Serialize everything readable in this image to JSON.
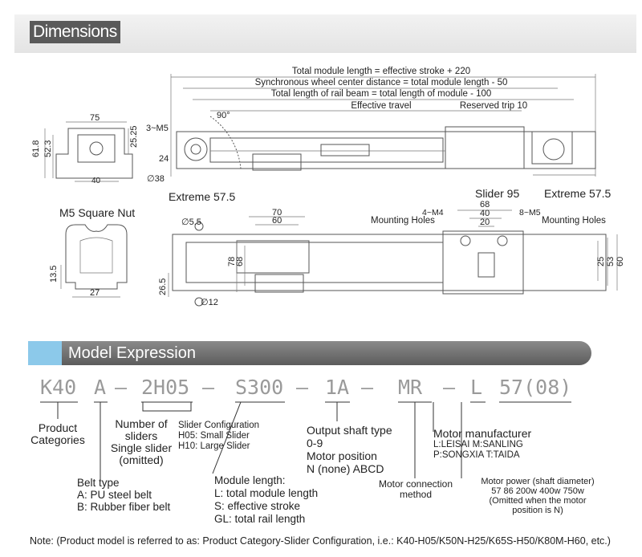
{
  "sections": {
    "dimensions_title": "Dimensions",
    "model_title": "Model Expression"
  },
  "drawing": {
    "dim_lines": [
      "Total module length = effective stroke + 220",
      "Synchronous wheel center distance = total module length - 50",
      "Total length of rail beam = total length of module - 100",
      "Effective travel",
      "Reserved trip 10"
    ],
    "angle": "90°",
    "m5_label": "3~M5",
    "d38": "∅38",
    "d24": "24",
    "extreme_left": "Extreme 57.5",
    "extreme_right": "Extreme 57.5",
    "slider": "Slider 95",
    "end_view": {
      "w75": "75",
      "h61_8": "61.8",
      "h52_3": "52.3",
      "h25_25": "25.25",
      "w40": "40"
    },
    "square_nut": {
      "title": "M5 Square Nut",
      "h13_5": "13.5",
      "w27": "27"
    },
    "top_view": {
      "d5_5": "∅5.5",
      "w70": "70",
      "w60": "60",
      "h78": "78",
      "h68": "68",
      "h26_5": "26.5",
      "d12": "∅12",
      "m4": "4~M4",
      "mounting_left": "Mounting Holes",
      "w68": "68",
      "w40": "40",
      "w20": "20",
      "m5": "8~M5",
      "mounting_right": "Mounting Holes",
      "h25": "25",
      "h53": "53",
      "h60": "60"
    }
  },
  "model_code": [
    "K40",
    "A",
    "—",
    "2H05",
    "—",
    "S300",
    "—",
    "1A",
    "—",
    "MR",
    "—",
    "L",
    "57(08)"
  ],
  "labels": {
    "product_categories": [
      "Product",
      "Categories"
    ],
    "number_of_sliders": [
      "Number of",
      "sliders",
      "Single slider",
      "(omitted)"
    ],
    "slider_config": [
      "Slider Configuration",
      "H05: Small Slider",
      "H10: Large Slider"
    ],
    "output_shaft": [
      "Output shaft type",
      "0-9",
      "Motor position",
      "N (none) ABCD"
    ],
    "motor_manufacturer": [
      "Motor manufacturer",
      "L:LEISAI M:SANLING",
      "P:SONGXIA T:TAIDA"
    ],
    "belt_type": [
      "Belt type",
      "A: PU steel belt",
      "B: Rubber fiber belt"
    ],
    "module_length": [
      "Module length:",
      "L: total module length",
      "S: effective stroke",
      "GL: total rail length"
    ],
    "motor_connection": [
      "Motor connection",
      "method"
    ],
    "motor_power": [
      "Motor power (shaft diameter)",
      "57 86 200w 400w 750w",
      "(Omitted when the motor",
      "position is N)"
    ]
  },
  "note": "Note: (Product model is referred to as: Product Category-Slider Configuration, i.e.: K40-H05/K50N-H25/K65S-H50/K80M-H60, etc.)"
}
